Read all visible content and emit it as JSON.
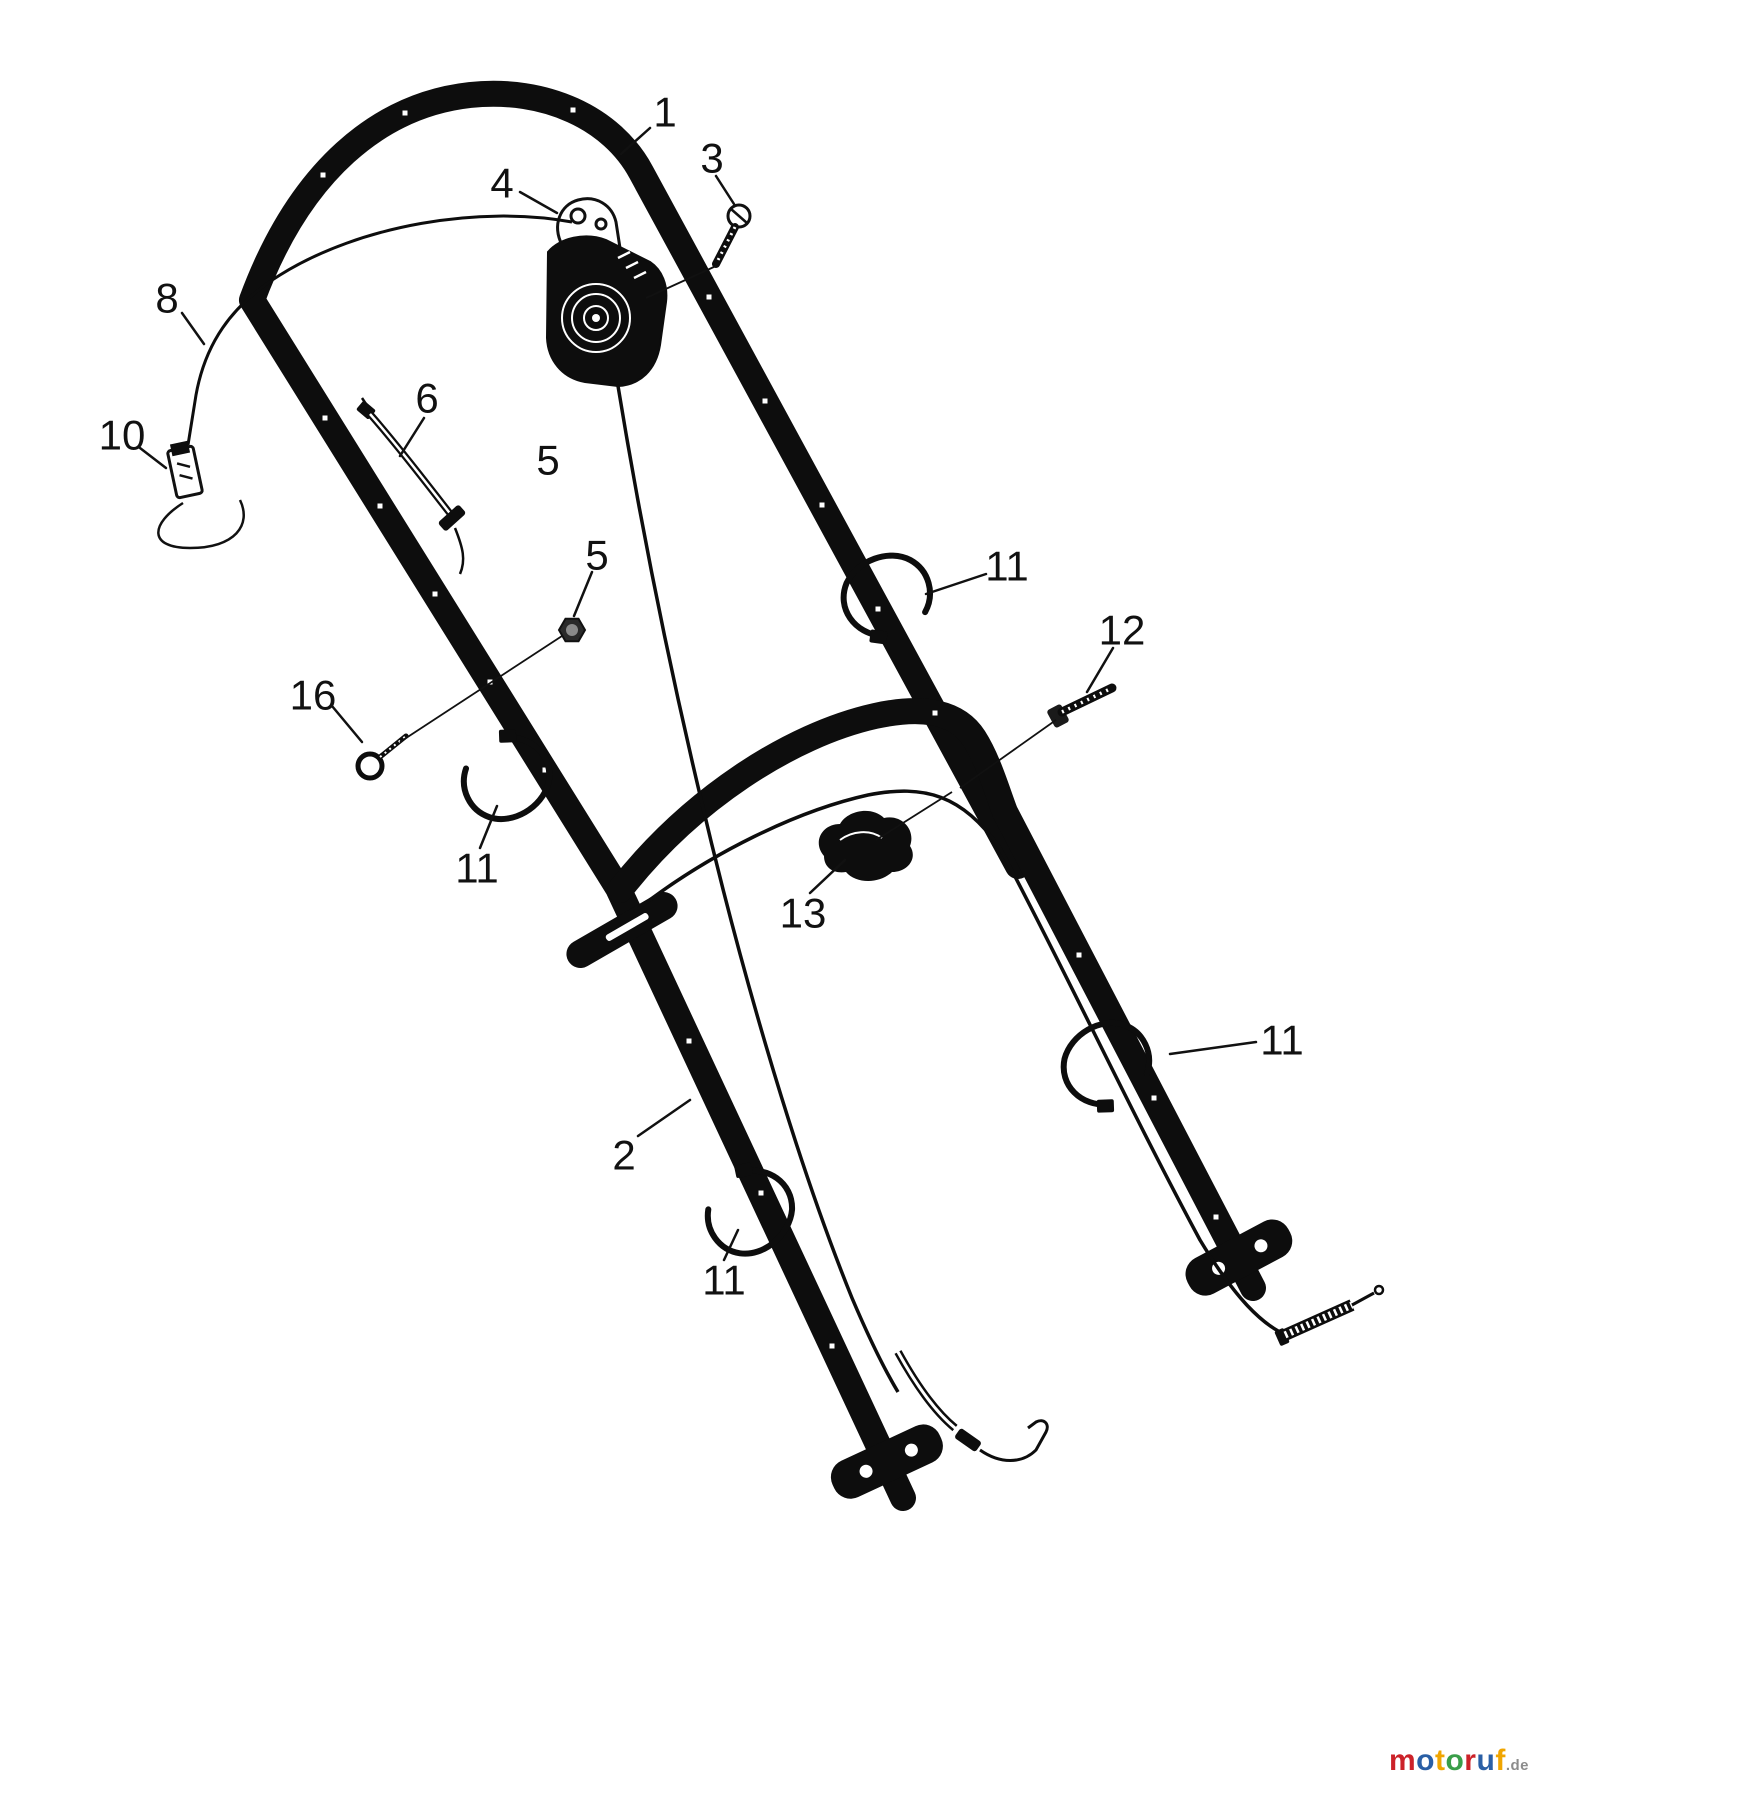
{
  "diagram": {
    "ink_color": "#0d0d0d",
    "background_color": "#ffffff",
    "callouts": [
      {
        "id": "callout-1",
        "label": "1"
      },
      {
        "id": "callout-3",
        "label": "3"
      },
      {
        "id": "callout-4",
        "label": "4"
      },
      {
        "id": "callout-8",
        "label": "8"
      },
      {
        "id": "callout-10",
        "label": "10"
      },
      {
        "id": "callout-6",
        "label": "6"
      },
      {
        "id": "callout-5-cable",
        "label": "5"
      },
      {
        "id": "callout-5-nut",
        "label": "5"
      },
      {
        "id": "callout-16",
        "label": "16"
      },
      {
        "id": "callout-11-upper-right",
        "label": "11"
      },
      {
        "id": "callout-12",
        "label": "12"
      },
      {
        "id": "callout-11-left",
        "label": "11"
      },
      {
        "id": "callout-13",
        "label": "13"
      },
      {
        "id": "callout-11-lower-right",
        "label": "11"
      },
      {
        "id": "callout-2",
        "label": "2"
      },
      {
        "id": "callout-11-bottom",
        "label": "11"
      }
    ]
  },
  "watermark": {
    "letters": [
      {
        "ch": "m",
        "color": "#cc2229"
      },
      {
        "ch": "o",
        "color": "#2a5fa5"
      },
      {
        "ch": "t",
        "color": "#f0a500"
      },
      {
        "ch": "o",
        "color": "#3a9e49"
      },
      {
        "ch": "r",
        "color": "#cc2229"
      },
      {
        "ch": "u",
        "color": "#2a5fa5"
      },
      {
        "ch": "f",
        "color": "#f0a500"
      }
    ],
    "suffix": ".de",
    "suffix_color": "#8c8c8c"
  }
}
